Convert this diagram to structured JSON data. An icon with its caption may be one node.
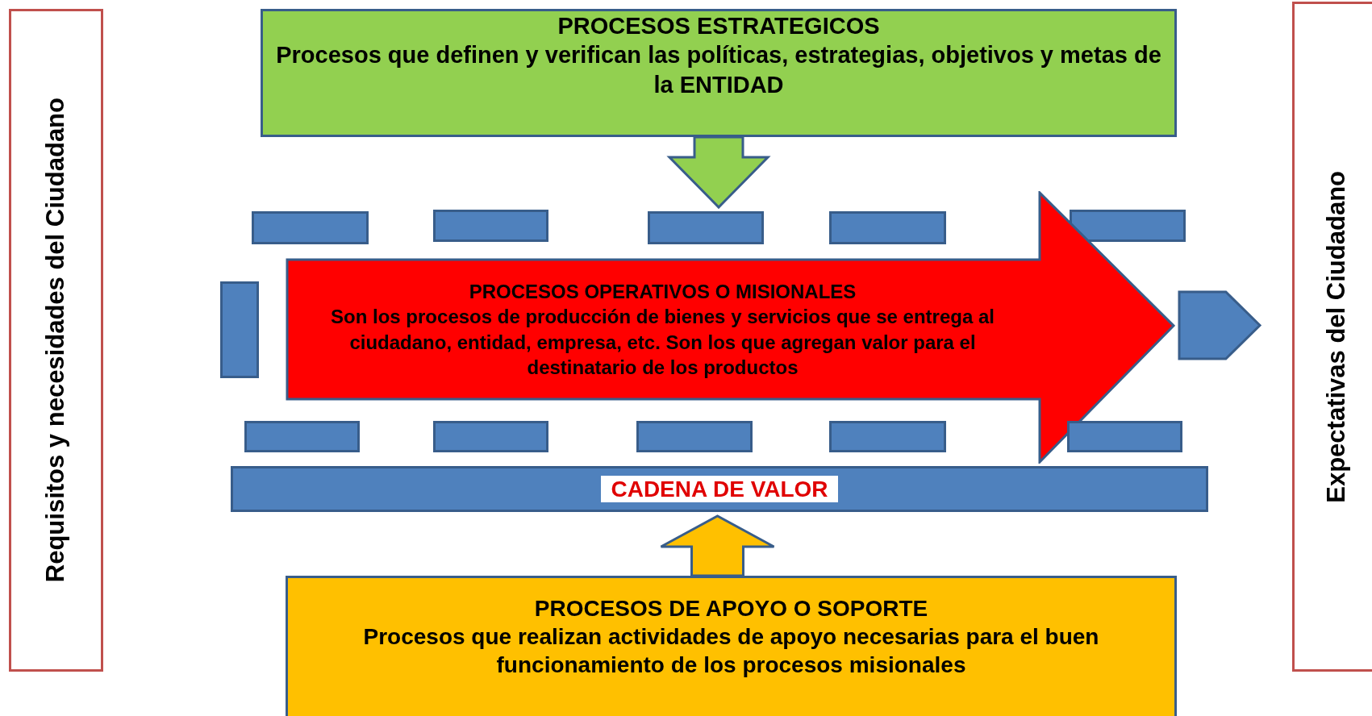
{
  "diagram": {
    "nodes": [
      {
        "text": [
          "Requisitos y necesidades del Ciudadano"
        ]
      },
      {
        "text": [
          "PROCESOS ESTRATEGICOS",
          "Procesos que definen y verifican las políticas, estrategias, objetivos y metas de la ENTIDAD"
        ]
      },
      {
        "text": [],
        "shape": "box"
      },
      {
        "text": [],
        "shape": "box"
      },
      {
        "text": [],
        "shape": "box"
      },
      {
        "text": [],
        "shape": "box"
      },
      {
        "text": [],
        "shape": "box"
      },
      {
        "text": [],
        "shape": "box"
      },
      {
        "text": [
          "PROCESOS OPERATIVOS  O MISIONALES",
          "Son los procesos de producción de bienes y servicios que se entrega al ciudadano, entidad, empresa, etc. Son los que agregan valor para el destinatario de los productos"
        ]
      },
      {
        "text": [],
        "shape": "pentagon"
      },
      {
        "text": [],
        "shape": "box"
      },
      {
        "text": [],
        "shape": "box"
      },
      {
        "text": [],
        "shape": "box"
      },
      {
        "text": [],
        "shape": "box"
      },
      {
        "text": [],
        "shape": "box"
      },
      {
        "text": [
          "CADENA DE VALOR"
        ]
      },
      {
        "text": [
          "PROCESOS DE APOYO O SOPORTE",
          "Procesos que realizan actividades de apoyo necesarias para el buen funcionamiento de los procesos misionales"
        ]
      },
      {
        "text": [
          "Expectativas del Ciudadano"
        ]
      }
    ],
    "edges": [
      {
        "from": 1,
        "to": 8,
        "arrow": "to",
        "style": "thick",
        "color": "#92d050"
      },
      {
        "from": 16,
        "to": 15,
        "arrow": "to",
        "style": "thick",
        "color": "#ffc000"
      }
    ]
  }
}
